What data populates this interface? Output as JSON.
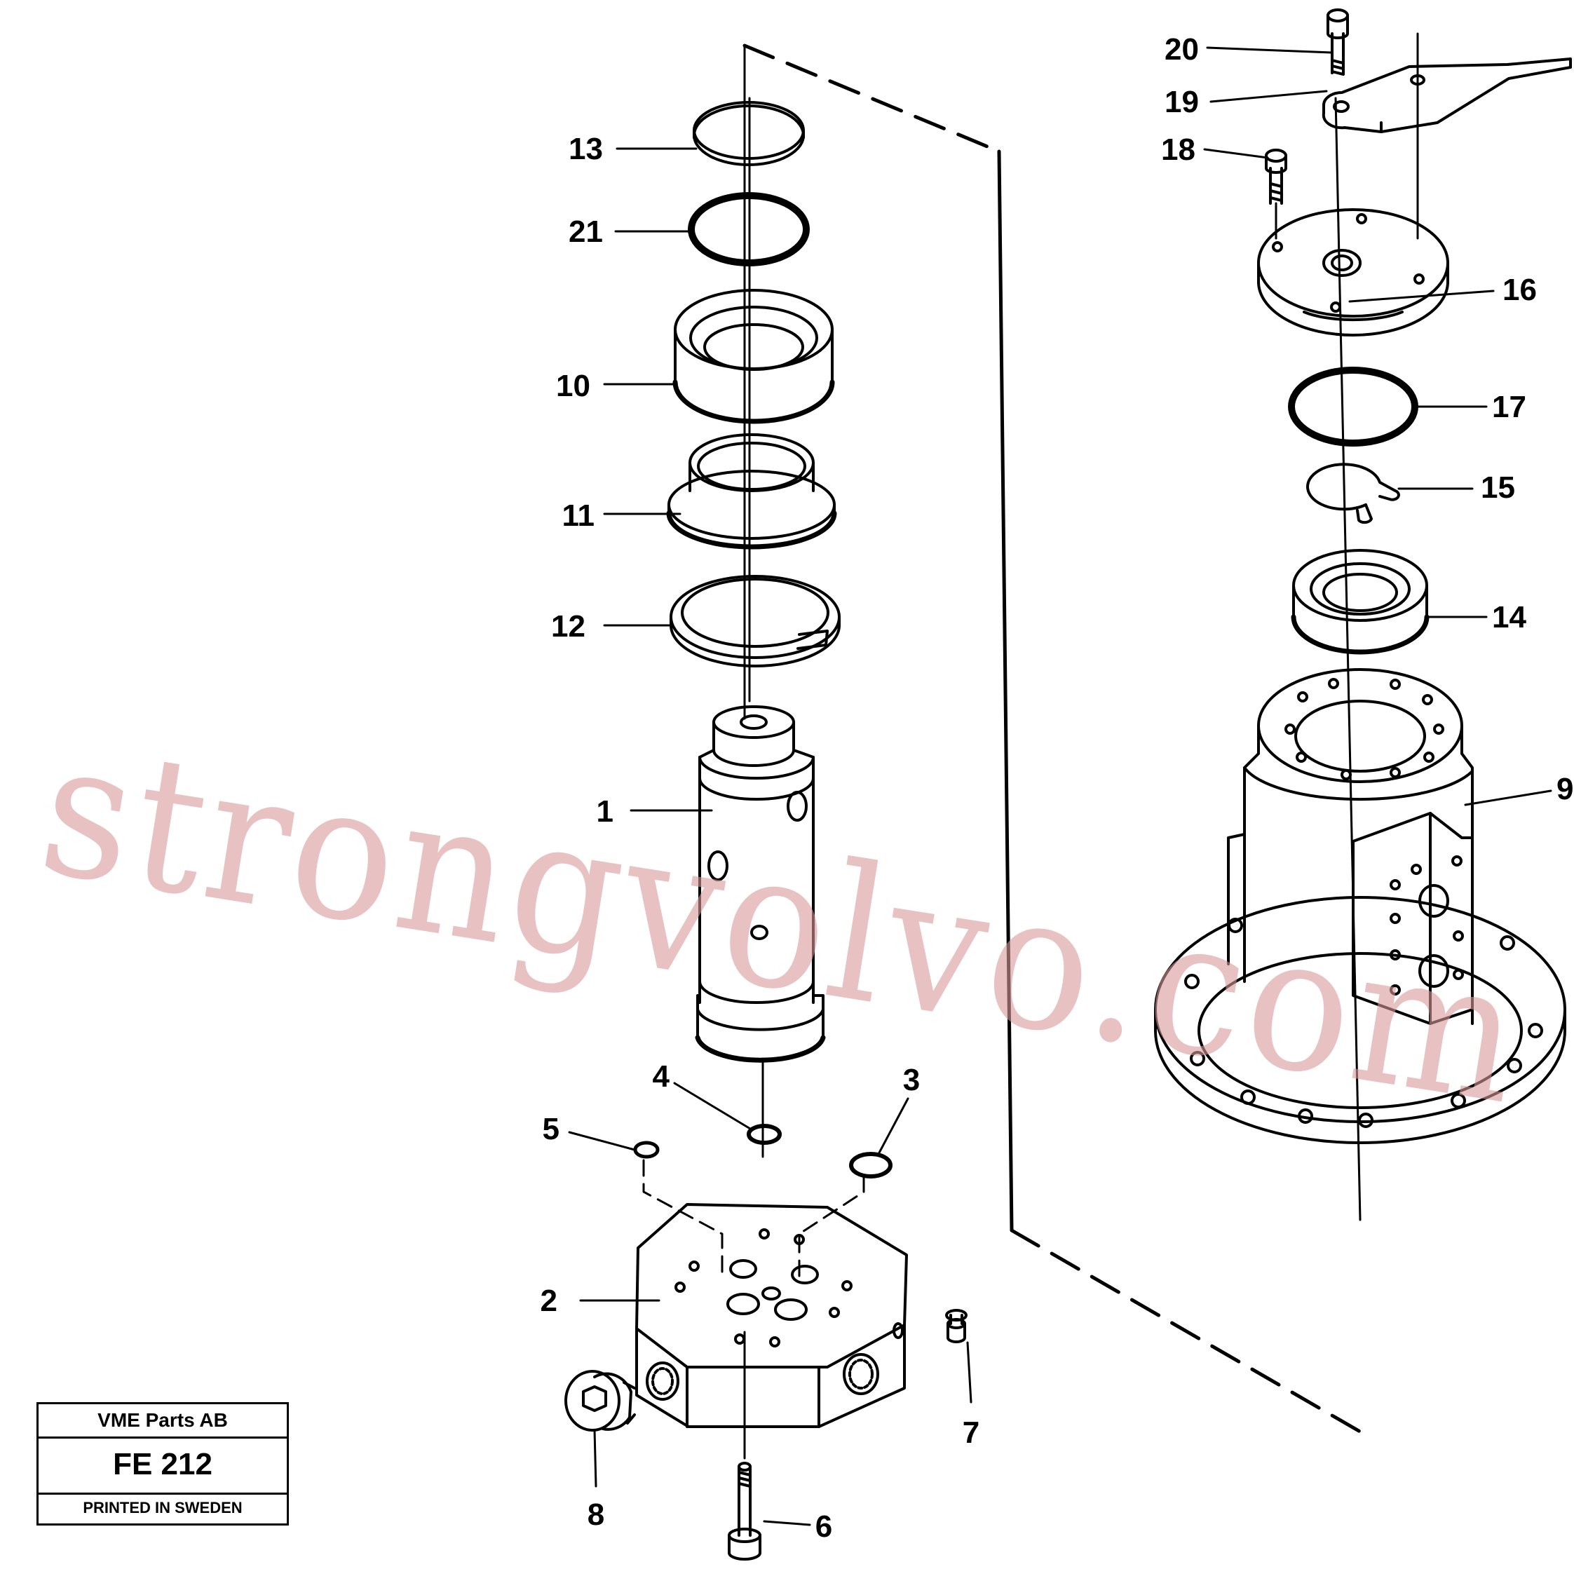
{
  "title_block": {
    "company": "VME Parts AB",
    "code": "FE 212",
    "printed": "PRINTED IN SWEDEN"
  },
  "watermark": "strongvolvo.com",
  "callouts": {
    "c1": "1",
    "c2": "2",
    "c3": "3",
    "c4": "4",
    "c5": "5",
    "c6": "6",
    "c7": "7",
    "c8": "8",
    "c9": "9",
    "c10": "10",
    "c11": "11",
    "c12": "12",
    "c13": "13",
    "c14": "14",
    "c15": "15",
    "c16": "16",
    "c17": "17",
    "c18": "18",
    "c19": "19",
    "c20": "20",
    "c21": "21"
  },
  "colors": {
    "line": "#000000",
    "watermark": "#d99a9a",
    "background": "#ffffff"
  }
}
